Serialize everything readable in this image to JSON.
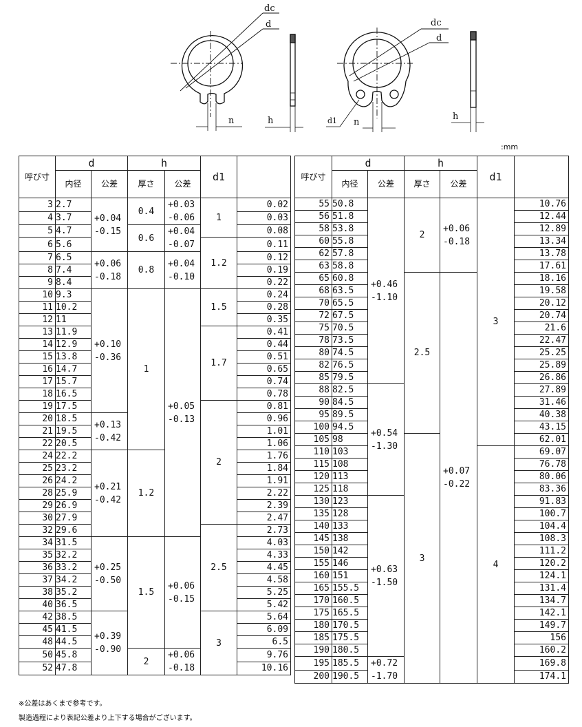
{
  "unit": ":mm",
  "diagram": {
    "label_dc": "dc",
    "label_d": "d",
    "label_n": "n",
    "label_h": "h",
    "label_d1": "d1"
  },
  "headers": {
    "nominal": "呼び寸",
    "d": "d",
    "h": "h",
    "d1": "d1",
    "inner_dia": "内径",
    "tolerance": "公差",
    "thickness": "厚さ"
  },
  "left_table": {
    "rows": [
      {
        "size": "3",
        "d": "2.7",
        "last": "0.02"
      },
      {
        "size": "4",
        "d": "3.7",
        "last": "0.03"
      },
      {
        "size": "5",
        "d": "4.7",
        "last": "0.08"
      },
      {
        "size": "6",
        "d": "5.6",
        "last": "0.11"
      },
      {
        "size": "7",
        "d": "6.5",
        "last": "0.12"
      },
      {
        "size": "8",
        "d": "7.4",
        "last": "0.19"
      },
      {
        "size": "9",
        "d": "8.4",
        "last": "0.22"
      },
      {
        "size": "10",
        "d": "9.3",
        "last": "0.24"
      },
      {
        "size": "11",
        "d": "10.2",
        "last": "0.28"
      },
      {
        "size": "12",
        "d": "11",
        "last": "0.35"
      },
      {
        "size": "13",
        "d": "11.9",
        "last": "0.41"
      },
      {
        "size": "14",
        "d": "12.9",
        "last": "0.44"
      },
      {
        "size": "15",
        "d": "13.8",
        "last": "0.51"
      },
      {
        "size": "16",
        "d": "14.7",
        "last": "0.65"
      },
      {
        "size": "17",
        "d": "15.7",
        "last": "0.74"
      },
      {
        "size": "18",
        "d": "16.5",
        "last": "0.78"
      },
      {
        "size": "19",
        "d": "17.5",
        "last": "0.81"
      },
      {
        "size": "20",
        "d": "18.5",
        "last": "0.96"
      },
      {
        "size": "21",
        "d": "19.5",
        "last": "1.01"
      },
      {
        "size": "22",
        "d": "20.5",
        "last": "1.06"
      },
      {
        "size": "24",
        "d": "22.2",
        "last": "1.76"
      },
      {
        "size": "25",
        "d": "23.2",
        "last": "1.84"
      },
      {
        "size": "26",
        "d": "24.2",
        "last": "1.91"
      },
      {
        "size": "28",
        "d": "25.9",
        "last": "2.22"
      },
      {
        "size": "29",
        "d": "26.9",
        "last": "2.39"
      },
      {
        "size": "30",
        "d": "27.9",
        "last": "2.47"
      },
      {
        "size": "32",
        "d": "29.6",
        "last": "2.73"
      },
      {
        "size": "34",
        "d": "31.5",
        "last": "4.03"
      },
      {
        "size": "35",
        "d": "32.2",
        "last": "4.33"
      },
      {
        "size": "36",
        "d": "33.2",
        "last": "4.45"
      },
      {
        "size": "37",
        "d": "34.2",
        "last": "4.58"
      },
      {
        "size": "38",
        "d": "35.2",
        "last": "5.25"
      },
      {
        "size": "40",
        "d": "36.5",
        "last": "5.42"
      },
      {
        "size": "42",
        "d": "38.5",
        "last": "5.64"
      },
      {
        "size": "45",
        "d": "41.5",
        "last": "6.09"
      },
      {
        "size": "48",
        "d": "44.5",
        "last": "6.5"
      },
      {
        "size": "50",
        "d": "45.8",
        "last": "9.76"
      },
      {
        "size": "52",
        "d": "47.8",
        "last": "10.16"
      }
    ],
    "d_tol": [
      {
        "plus": "+0.04",
        "minus": "-0.15"
      },
      {
        "plus": "+0.06",
        "minus": "-0.18"
      },
      {
        "plus": "+0.10",
        "minus": "-0.36"
      },
      {
        "plus": "+0.13",
        "minus": "-0.42"
      },
      {
        "plus": "+0.21",
        "minus": "-0.42"
      },
      {
        "plus": "+0.25",
        "minus": "-0.50"
      },
      {
        "plus": "+0.39",
        "minus": "-0.90"
      }
    ],
    "h_thk": [
      "0.4",
      "0.6",
      "0.8",
      "1",
      "1.2",
      "1.5",
      "2"
    ],
    "h_tol": [
      {
        "plus": "+0.03",
        "minus": "-0.06"
      },
      {
        "plus": "+0.04",
        "minus": "-0.07"
      },
      {
        "plus": "+0.04",
        "minus": "-0.10"
      },
      {
        "plus": "+0.05",
        "minus": "-0.13"
      },
      {
        "plus": "+0.06",
        "minus": "-0.15"
      },
      {
        "plus": "+0.06",
        "minus": "-0.18"
      }
    ],
    "d1": [
      "1",
      "1.2",
      "1.5",
      "1.7",
      "2",
      "2.5",
      "3"
    ]
  },
  "right_table": {
    "rows": [
      {
        "size": "55",
        "d": "50.8",
        "last": "10.76"
      },
      {
        "size": "56",
        "d": "51.8",
        "last": "12.44"
      },
      {
        "size": "58",
        "d": "53.8",
        "last": "12.89"
      },
      {
        "size": "60",
        "d": "55.8",
        "last": "13.34"
      },
      {
        "size": "62",
        "d": "57.8",
        "last": "13.78"
      },
      {
        "size": "63",
        "d": "58.8",
        "last": "17.61"
      },
      {
        "size": "65",
        "d": "60.8",
        "last": "18.16"
      },
      {
        "size": "68",
        "d": "63.5",
        "last": "19.58"
      },
      {
        "size": "70",
        "d": "65.5",
        "last": "20.12"
      },
      {
        "size": "72",
        "d": "67.5",
        "last": "20.74"
      },
      {
        "size": "75",
        "d": "70.5",
        "last": "21.6"
      },
      {
        "size": "78",
        "d": "73.5",
        "last": "22.47"
      },
      {
        "size": "80",
        "d": "74.5",
        "last": "25.25"
      },
      {
        "size": "82",
        "d": "76.5",
        "last": "25.89"
      },
      {
        "size": "85",
        "d": "79.5",
        "last": "26.86"
      },
      {
        "size": "88",
        "d": "82.5",
        "last": "27.89"
      },
      {
        "size": "90",
        "d": "84.5",
        "last": "31.46"
      },
      {
        "size": "95",
        "d": "89.5",
        "last": "40.38"
      },
      {
        "size": "100",
        "d": "94.5",
        "last": "43.15"
      },
      {
        "size": "105",
        "d": "98",
        "last": "62.01"
      },
      {
        "size": "110",
        "d": "103",
        "last": "69.07"
      },
      {
        "size": "115",
        "d": "108",
        "last": "76.78"
      },
      {
        "size": "120",
        "d": "113",
        "last": "80.06"
      },
      {
        "size": "125",
        "d": "118",
        "last": "83.36"
      },
      {
        "size": "130",
        "d": "123",
        "last": "91.83"
      },
      {
        "size": "135",
        "d": "128",
        "last": "100.7"
      },
      {
        "size": "140",
        "d": "133",
        "last": "104.4"
      },
      {
        "size": "145",
        "d": "138",
        "last": "108.3"
      },
      {
        "size": "150",
        "d": "142",
        "last": "111.2"
      },
      {
        "size": "155",
        "d": "146",
        "last": "120.2"
      },
      {
        "size": "160",
        "d": "151",
        "last": "124.1"
      },
      {
        "size": "165",
        "d": "155.5",
        "last": "131.4"
      },
      {
        "size": "170",
        "d": "160.5",
        "last": "134.7"
      },
      {
        "size": "175",
        "d": "165.5",
        "last": "142.1"
      },
      {
        "size": "180",
        "d": "170.5",
        "last": "149.7"
      },
      {
        "size": "185",
        "d": "175.5",
        "last": "156"
      },
      {
        "size": "190",
        "d": "180.5",
        "last": "160.2"
      },
      {
        "size": "195",
        "d": "185.5",
        "last": "169.8"
      },
      {
        "size": "200",
        "d": "190.5",
        "last": "174.1"
      }
    ],
    "d_tol": [
      {
        "plus": "+0.46",
        "minus": "-1.10"
      },
      {
        "plus": "+0.54",
        "minus": "-1.30"
      },
      {
        "plus": "+0.63",
        "minus": "-1.50"
      },
      {
        "plus": "+0.72",
        "minus": "-1.70"
      }
    ],
    "h_thk": [
      "2",
      "2.5",
      "3"
    ],
    "h_tol": [
      {
        "plus": "+0.06",
        "minus": "-0.18"
      },
      {
        "plus": "+0.07",
        "minus": "-0.22"
      }
    ],
    "d1": [
      "3",
      "4"
    ]
  },
  "notes": [
    "※公差はあくまで参考です。",
    "製造過程により表記公差より上下する場合がございます。"
  ]
}
